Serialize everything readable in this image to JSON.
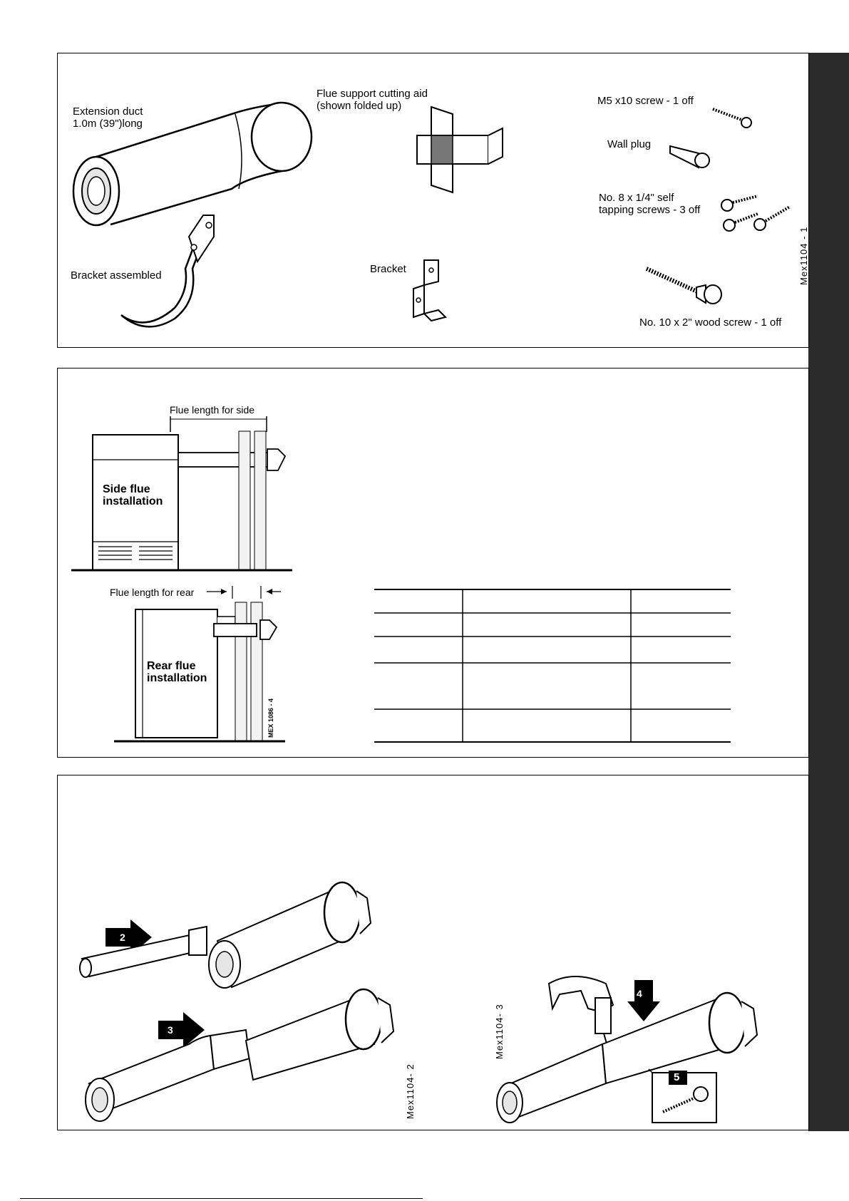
{
  "panel1": {
    "extension_duct": "Extension duct\n1.0m (39\")long",
    "cutting_aid": "Flue support cutting aid\n(shown folded up)",
    "m5_screw": "M5 x10 screw - 1 off",
    "wall_plug": "Wall plug",
    "tapping_screws": "No. 8 x 1/4\" self\ntapping screws - 3 off",
    "bracket_assembled": "Bracket assembled",
    "bracket": "Bracket",
    "wood_screw": "No. 10 x 2\" wood screw - 1 off",
    "figure_ref": "Mex1104 - 1"
  },
  "panel2": {
    "flue_length_side": "Flue length for side",
    "side_flue": "Side flue\ninstallation",
    "flue_length_rear": "Flue length for rear",
    "rear_flue": "Rear flue\ninstallation",
    "figure_ref": "MEX 1086 - 4"
  },
  "panel3": {
    "step2": "2",
    "step3": "3",
    "step4": "4",
    "step5": "5",
    "figure_ref_left": "Mex1104- 2",
    "figure_ref_right": "Mex1104- 3"
  }
}
